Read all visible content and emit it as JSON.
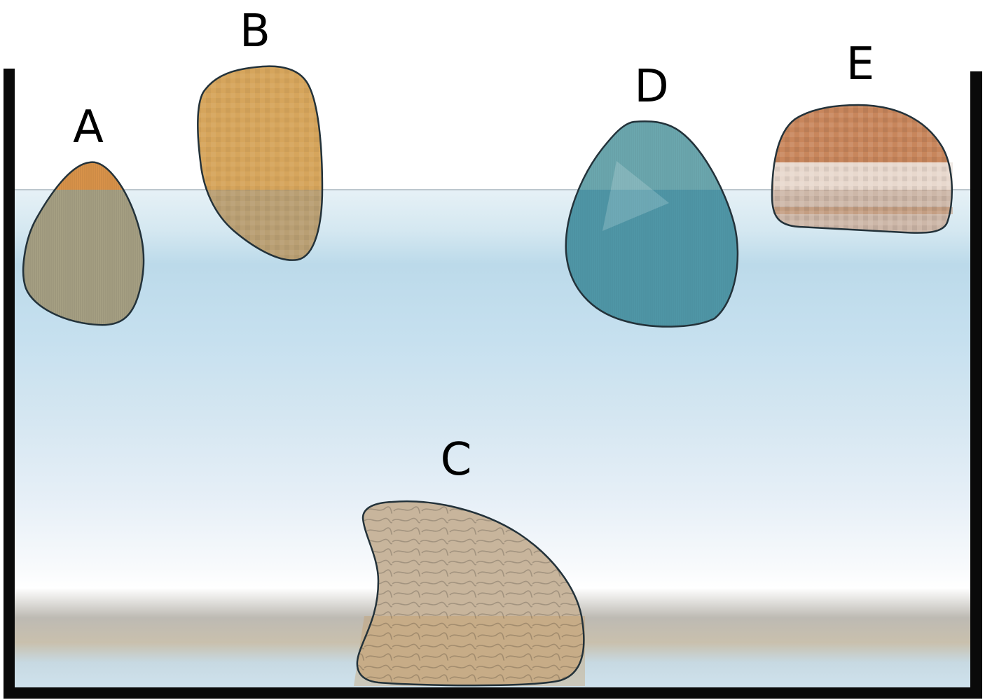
{
  "diagram": {
    "objects": [
      {
        "id": "A",
        "label": "A",
        "state": "floating",
        "color_above": "#d9934a",
        "color_below": "#a6a083"
      },
      {
        "id": "B",
        "label": "B",
        "state": "floating",
        "color_above": "#d6a55c",
        "color_below": "#b99f73"
      },
      {
        "id": "C",
        "label": "C",
        "state": "sunk",
        "color_above": "#c8b59c",
        "color_below": "#c8b59c"
      },
      {
        "id": "D",
        "label": "D",
        "state": "floating",
        "color_above": "#6ba7ae",
        "color_below": "#4f96a6"
      },
      {
        "id": "E",
        "label": "E",
        "state": "floating",
        "color_above": "#c8865c",
        "color_below": "#cdb7a8"
      }
    ]
  },
  "colors": {
    "water_top": "#e4f0f5",
    "water_mid": "#bcdcec",
    "water_low": "#f4f8fb",
    "sediment": "#bdb6a6",
    "container_wall": "#0a0a0a",
    "waterline": "#a8b6bd"
  }
}
